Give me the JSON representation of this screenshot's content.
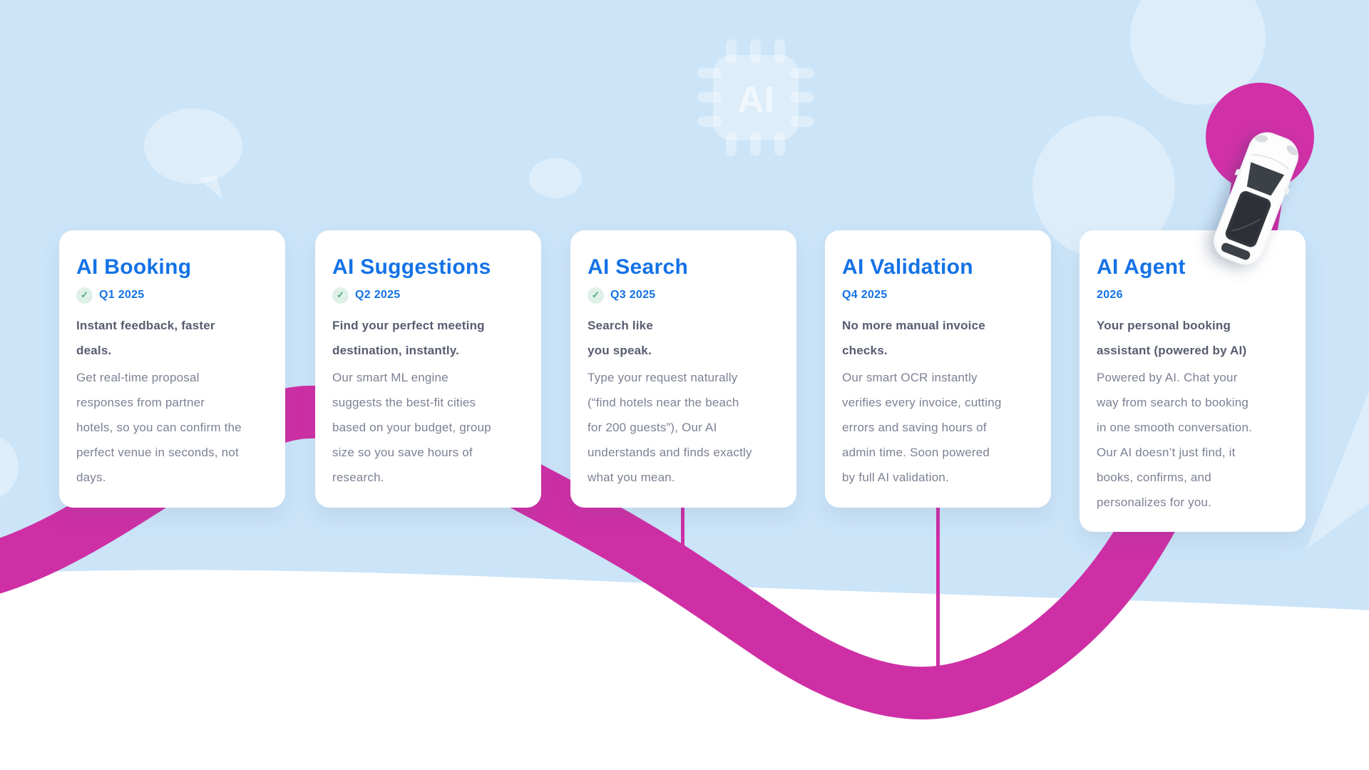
{
  "page": {
    "type": "product-ai-roadmap-timeline"
  },
  "colors": {
    "sky": "#cbe4f8",
    "ground": "#ffffff",
    "card_bg": "#ffffff",
    "title_blue": "#1472e6",
    "subtitle_gray": "#575c70",
    "body_gray": "#7d8194",
    "road_pink": "#ce2fa5",
    "destination_circle_pink": "#d130a7",
    "check_bg_green": "#dff0e7",
    "check_green": "#47a97b"
  },
  "decorations": {
    "chip_label": "AI",
    "check_glyph": "✓",
    "icons": [
      "speech-bubble",
      "ai-chip",
      "road-path",
      "destination-circle",
      "car-top-view",
      "cloud-bubbles"
    ]
  },
  "cards": [
    {
      "title": "AI Booking",
      "year": "Q1 2025",
      "completed": true,
      "subtitle": "Instant feedback, faster\ndeals.",
      "body": "Get real-time proposal\nresponses from partner\nhotels, so you can confirm the\nperfect venue in seconds, not\ndays."
    },
    {
      "title": "AI Suggestions",
      "year": "Q2 2025",
      "completed": true,
      "subtitle": "Find your perfect meeting\ndestination, instantly.",
      "body": "Our smart ML engine\nsuggests the best-fit cities\nbased on your budget, group\nsize so you save hours of\nresearch."
    },
    {
      "title": "AI Search",
      "year": "Q3 2025",
      "completed": true,
      "subtitle": "Search like\nyou speak.",
      "body": "Type your request naturally\n(“find hotels near the beach\nfor 200 guests”), Our AI\nunderstands and finds exactly\nwhat you mean."
    },
    {
      "title": "AI Validation",
      "year": "Q4 2025",
      "completed": false,
      "subtitle": "No more manual invoice\nchecks.",
      "body": "Our smart OCR instantly\nverifies every invoice, cutting\nerrors and saving hours of\nadmin time. Soon powered\nby full AI validation."
    },
    {
      "title": "AI Agent",
      "year": "2026",
      "completed": false,
      "subtitle": "Your personal booking\nassistant (powered by AI)",
      "body": "Powered by AI. Chat your\nway from search to booking\nin one smooth conversation.\nOur AI doesn’t just find, it\nbooks, confirms, and\npersonalizes for you."
    }
  ]
}
